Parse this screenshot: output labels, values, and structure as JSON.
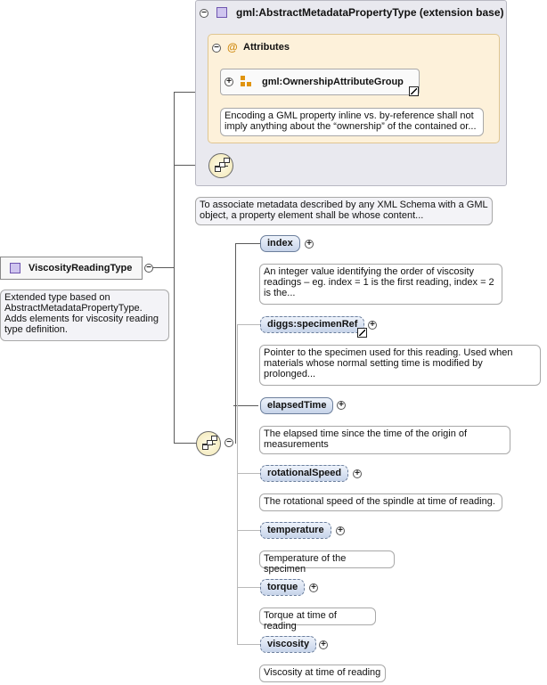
{
  "complex_type": {
    "name": "ViscosityReadingType",
    "doc": "Extended type based on AbstractMetadataPropertyType. Adds elements for viscosity reading type definition."
  },
  "extension": {
    "title": "gml:AbstractMetadataPropertyType (extension base)",
    "attributes_label": "Attributes",
    "attribute_group": {
      "name": "gml:OwnershipAttributeGroup",
      "doc": "Encoding a GML property inline vs. by-reference shall not imply anything about the “ownership” of the contained or..."
    },
    "doc": "To associate metadata described by any XML Schema with a GML object, a property element shall be whose content..."
  },
  "elements": [
    {
      "name": "index",
      "doc": "An integer value identifying the order of viscosity readings – eg. index = 1 is the first reading, index = 2 is the..."
    },
    {
      "name": "diggs:specimenRef",
      "doc": "Pointer to the specimen used for this reading. Used when materials whose normal setting time is modified by prolonged..."
    },
    {
      "name": "elapsedTime",
      "doc": "The elapsed time since the time of the origin of measurements"
    },
    {
      "name": "rotationalSpeed",
      "doc": "The rotational speed of the spindle at time of reading."
    },
    {
      "name": "temperature",
      "doc": "Temperature of the specimen"
    },
    {
      "name": "torque",
      "doc": "Torque at time of reading"
    },
    {
      "name": "viscosity",
      "doc": "Viscosity at time of reading"
    }
  ],
  "icons": {
    "collapse": "minus-circle-icon",
    "expand": "plus-circle-icon",
    "sequence": "sequence-compositor-icon",
    "reference": "reference-arrow-icon",
    "attribute": "at-sign-icon"
  },
  "colors": {
    "element_fill": "#c6d3e9",
    "attribute_panel": "#fdf1da",
    "extension_panel": "#e9e9ef",
    "compositor": "#f1e7b4"
  },
  "symbols": {
    "minus": "−",
    "plus": "+",
    "at": "@"
  }
}
